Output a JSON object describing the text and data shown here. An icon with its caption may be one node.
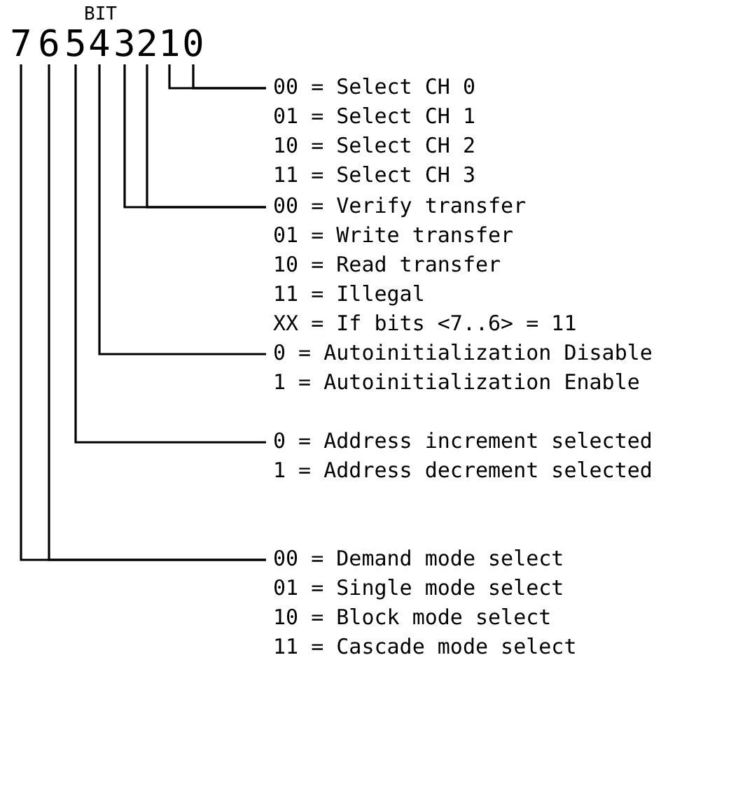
{
  "diagram": {
    "nodes": [
      {
        "text": [
          "7"
        ]
      },
      {
        "text": [
          "6"
        ]
      },
      {
        "text": [
          "5"
        ]
      },
      {
        "text": [
          "4"
        ]
      },
      {
        "text": [
          "3"
        ]
      },
      {
        "text": [
          "2"
        ]
      },
      {
        "text": [
          "1"
        ]
      },
      {
        "text": [
          "0"
        ]
      },
      {
        "text": [
          "00 = Select CH 0",
          "01 = Select CH 1",
          "10 = Select CH 2",
          "11 = Select CH 3"
        ]
      },
      {
        "text": [
          "00 = Verify transfer",
          "01 = Write transfer",
          "10 = Read transfer",
          "11 = Illegal",
          "XX = If bits <7..6> = 11"
        ]
      },
      {
        "text": [
          "0 = Autoinitialization Disable",
          "1 = Autoinitialization Enable"
        ]
      },
      {
        "text": [
          "0 = Address increment selected",
          "1 = Address decrement selected"
        ]
      },
      {
        "text": [
          "00 = Demand mode select",
          "01 = Single mode select",
          "10 = Block mode select",
          "11 = Cascade mode select"
        ]
      }
    ],
    "edges": [
      {
        "from": 6,
        "to": 8,
        "arrow": "none"
      },
      {
        "from": 7,
        "to": 8,
        "arrow": "none"
      },
      {
        "from": 4,
        "to": 9,
        "arrow": "none"
      },
      {
        "from": 5,
        "to": 9,
        "arrow": "none"
      },
      {
        "from": 3,
        "to": 10,
        "arrow": "none"
      },
      {
        "from": 2,
        "to": 11,
        "arrow": "none"
      },
      {
        "from": 0,
        "to": 12,
        "arrow": "none"
      },
      {
        "from": 1,
        "to": 12,
        "arrow": "none"
      }
    ],
    "labels": [
      "BIT"
    ]
  }
}
